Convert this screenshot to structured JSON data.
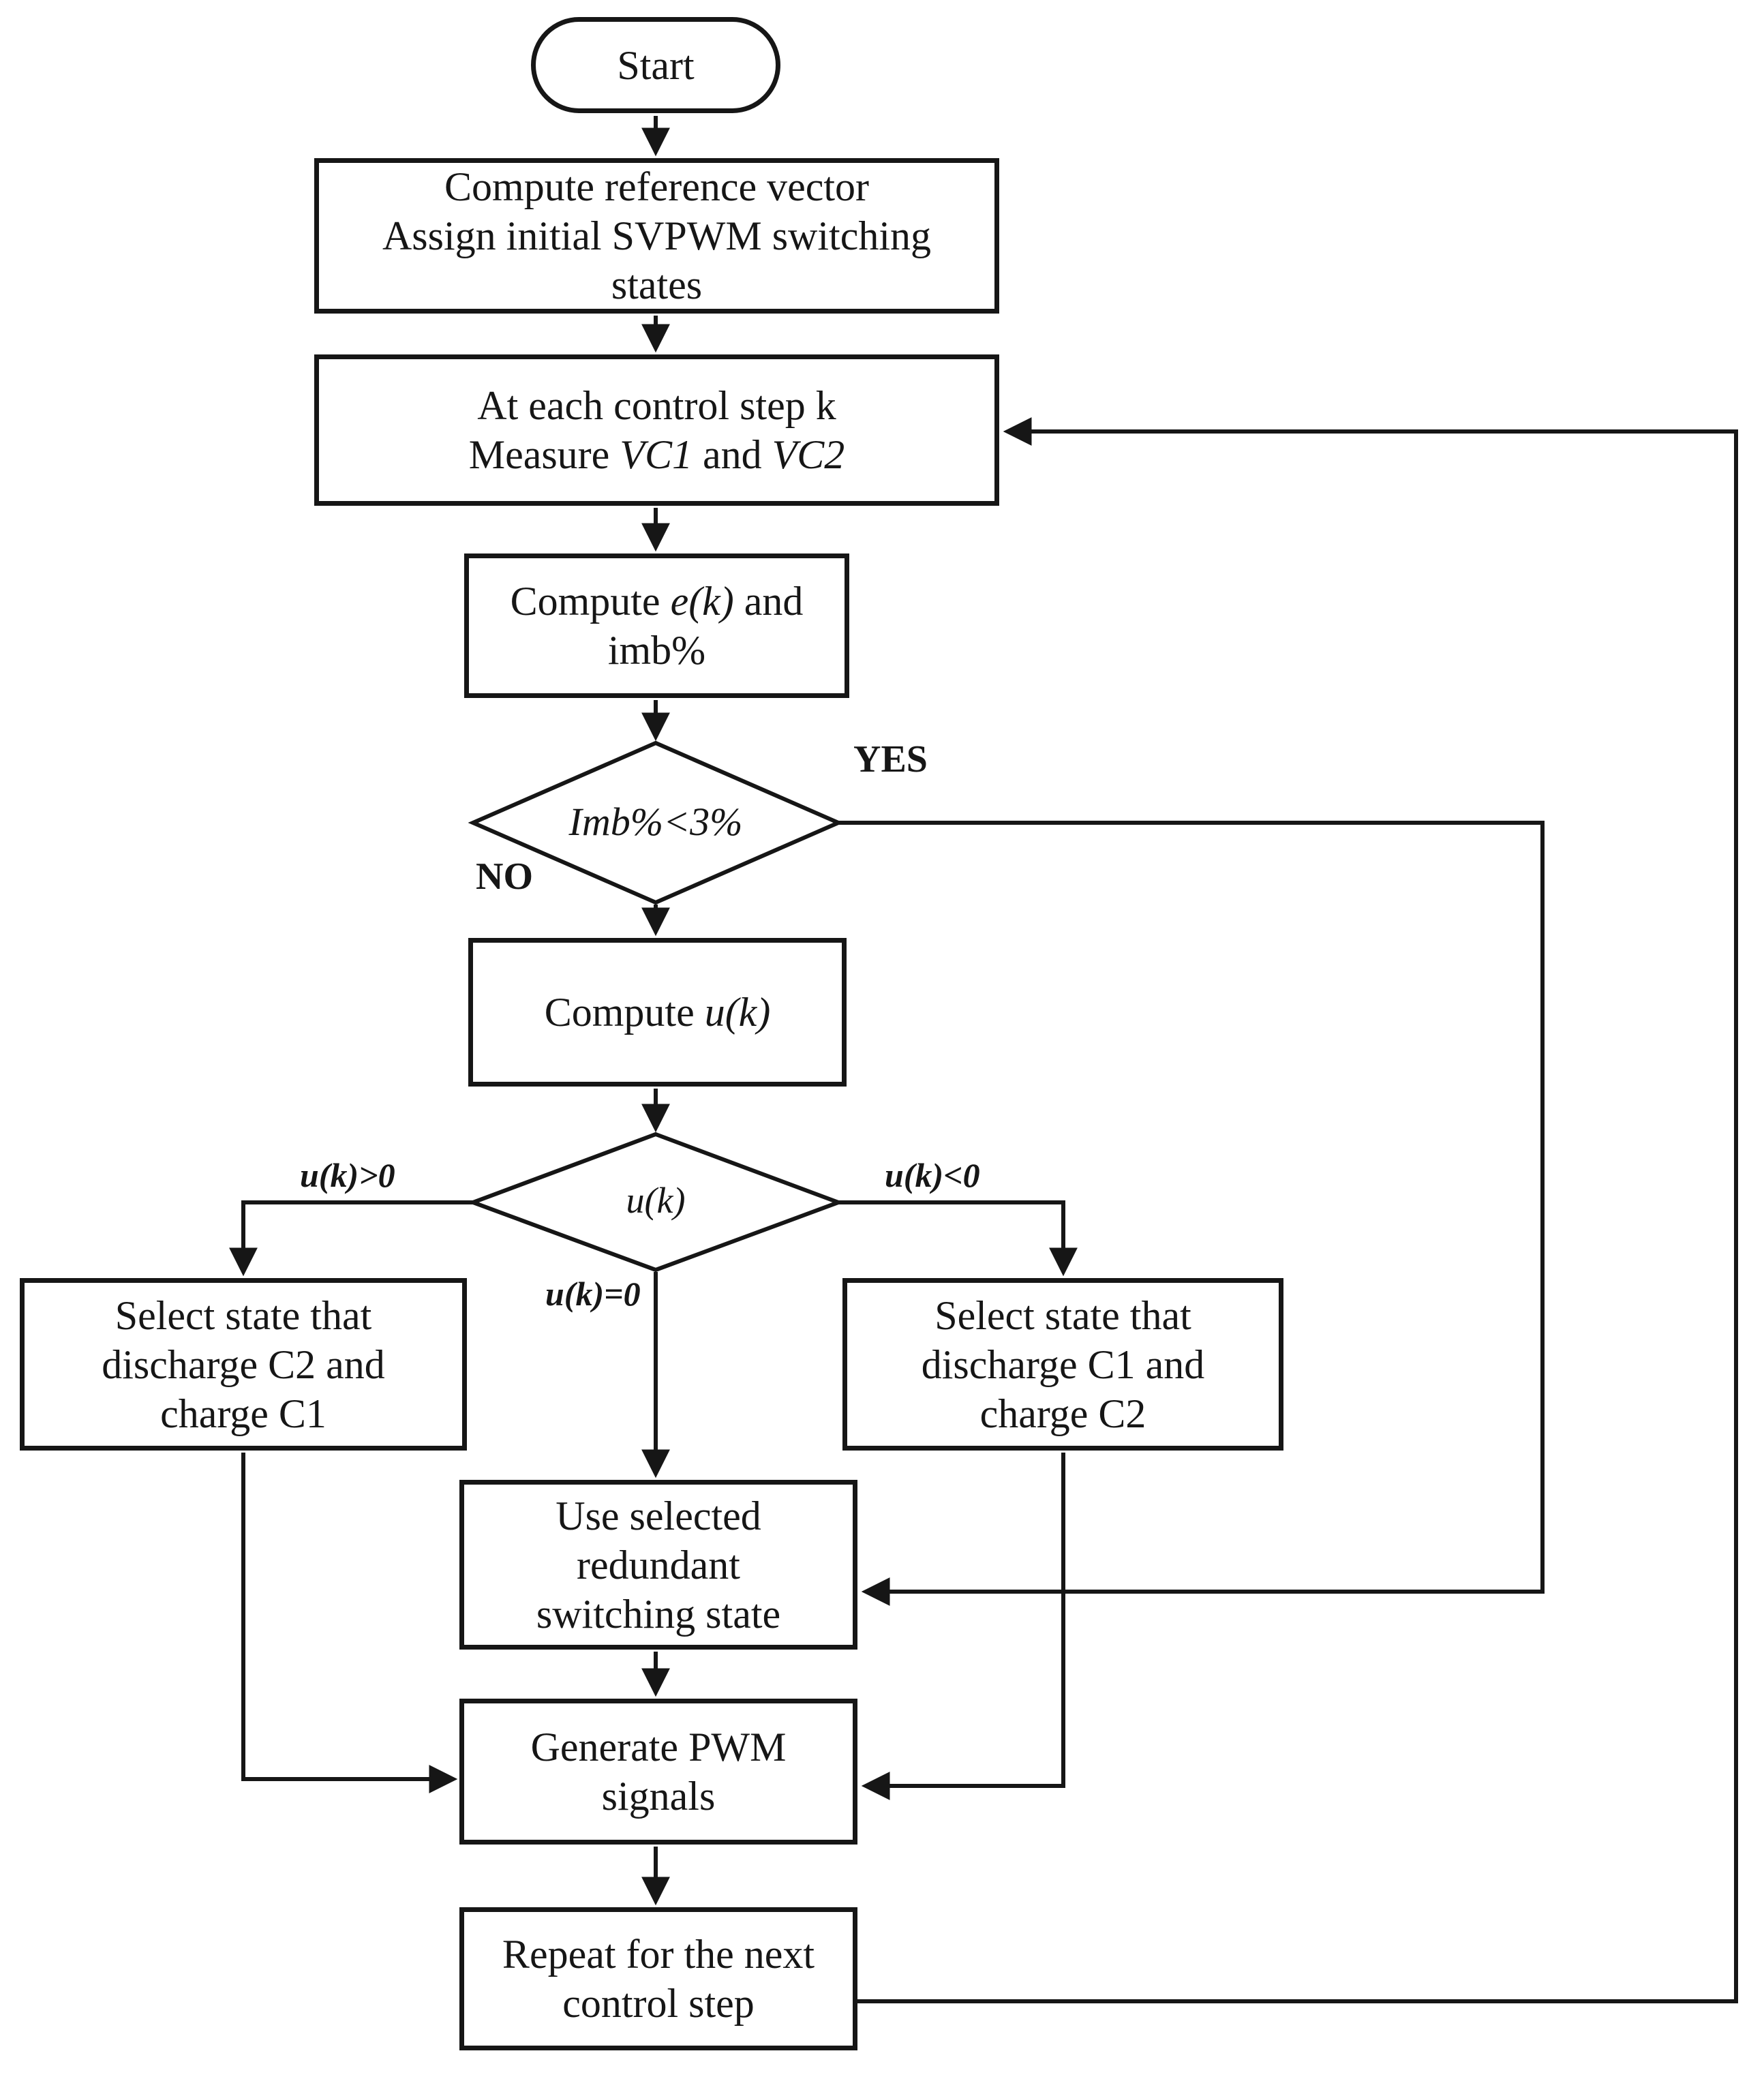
{
  "nodes": {
    "start": {
      "label": "Start"
    },
    "init": {
      "lines": [
        "Compute reference vector",
        "Assign initial SVPWM switching",
        "states"
      ]
    },
    "measure": {
      "line1": "At each control step k",
      "line2": {
        "pre": "Measure ",
        "it1": "VC1",
        "mid": " and ",
        "it2": "VC2"
      }
    },
    "compute_e": {
      "line1": {
        "pre": "Compute ",
        "it": "e(k)",
        "post": " and"
      },
      "line2": "imb%"
    },
    "imb_decision": {
      "label": "Imb%<3%"
    },
    "compute_u": {
      "pre": "Compute ",
      "it": "u(k)"
    },
    "u_decision": {
      "label": "u(k)"
    },
    "select_c2c1": {
      "lines": [
        "Select state that",
        "discharge C2 and",
        "charge C1"
      ]
    },
    "select_c1c2": {
      "lines": [
        "Select state that",
        "discharge C1 and",
        "charge C2"
      ]
    },
    "use_redundant": {
      "lines": [
        "Use selected",
        "redundant",
        "switching state"
      ]
    },
    "generate_pwm": {
      "lines": [
        "Generate PWM",
        "signals"
      ]
    },
    "repeat": {
      "lines": [
        "Repeat for the next",
        "control step"
      ]
    }
  },
  "edge_labels": {
    "yes": "YES",
    "no": "NO",
    "u_pos": "u(k)>0",
    "u_neg": "u(k)<0",
    "u_zero": "u(k)=0"
  },
  "colors": {
    "line": "#161616",
    "node_fill": "#ffffff"
  }
}
